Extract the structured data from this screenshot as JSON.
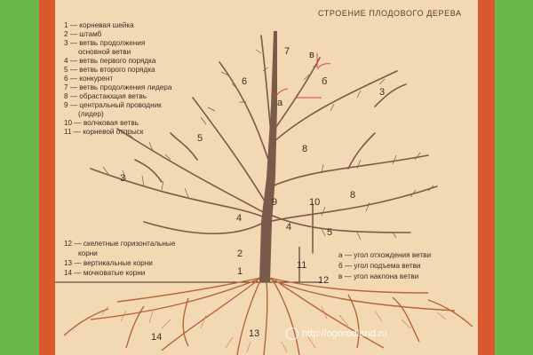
{
  "title": "СТРОЕНИЕ ПЛОДОВОГО ДЕРЕВА",
  "legend": [
    "1 — корневая шейка",
    "2 — штамб",
    "3 — ветвь продолжения",
    "основной ветви",
    "4 — ветвь первого порядка",
    "5 — ветвь второго порядка",
    "6 — конкурент",
    "7 — ветвь продолжения лидера",
    "8 — обрастающая ветвь",
    "9 — центральный проводник",
    "(лидер)",
    "10 — волчковая ветвь",
    "11 — корневой отпрыск"
  ],
  "roots_legend": [
    "12 — скелетные горизонтальные",
    "корни",
    "13 — вертикальные корни",
    "14 — мочковатые корни"
  ],
  "angles_legend": [
    "а — угол отхождения ветви",
    "б — угол подъема ветви",
    "в — угол наклона ветви"
  ],
  "labels": {
    "n1": "1",
    "n2": "2",
    "n3a": "3",
    "n3b": "3",
    "n4a": "4",
    "n4b": "4",
    "n5a": "5",
    "n5b": "5",
    "n6": "6",
    "n7": "7",
    "n8a": "8",
    "n8b": "8",
    "n9": "9",
    "n10": "10",
    "n11": "11",
    "n12": "12",
    "n13": "13",
    "n14": "14",
    "a": "а",
    "b": "б",
    "v": "в"
  },
  "watermark": "http://ogorodland.ru",
  "colors": {
    "outer_frame": "#6bb84a",
    "inner_frame": "#d9582c",
    "paper": "#f3d9b3",
    "branches": "#7a5a4a",
    "roots": "#b8643a",
    "angle_arcs": "#d24a3a"
  }
}
